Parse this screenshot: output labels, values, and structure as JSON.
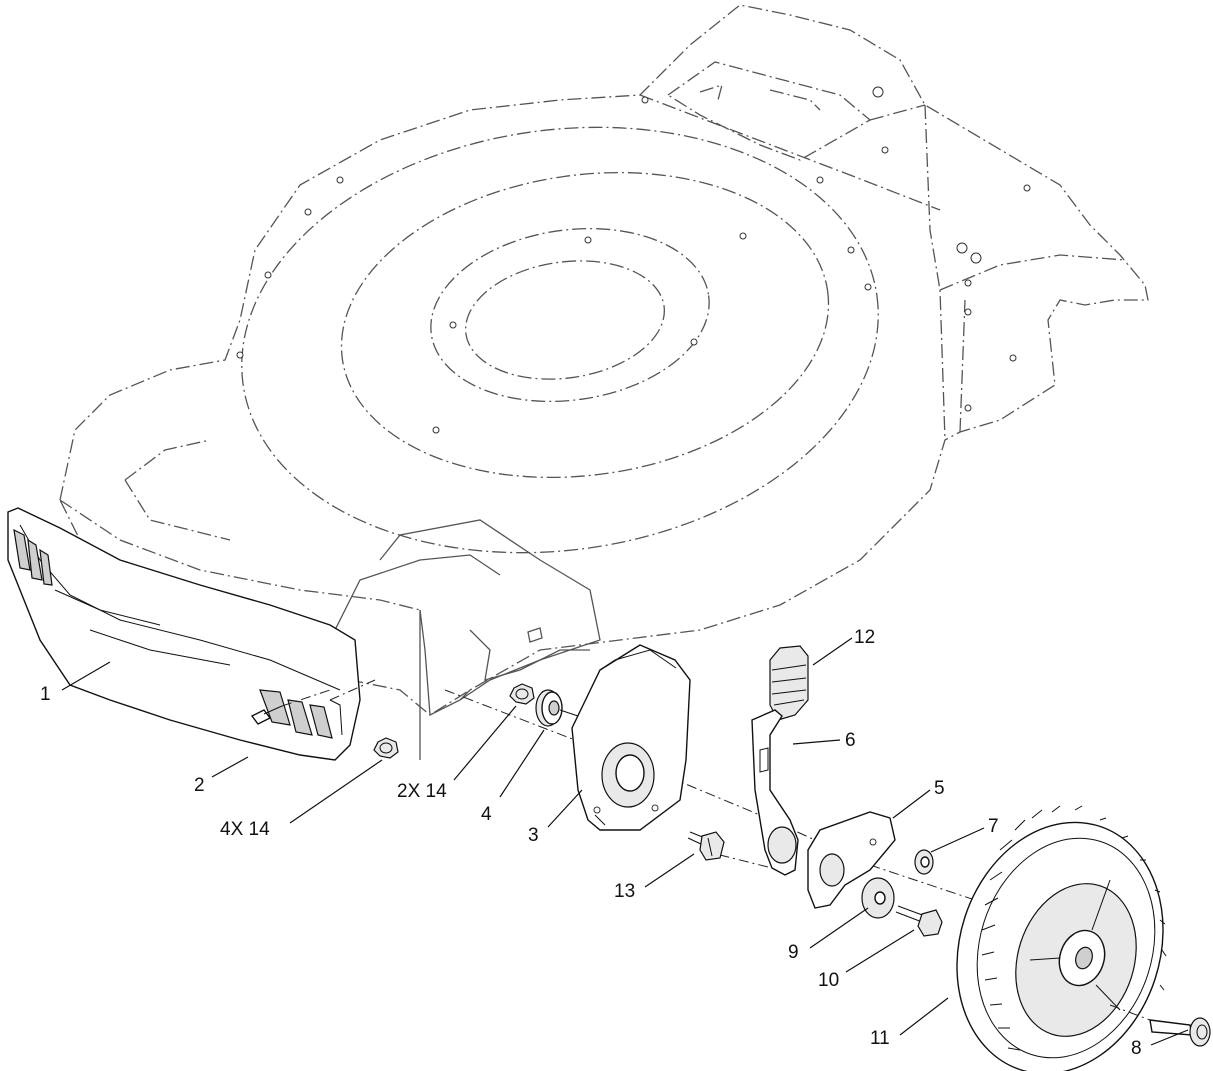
{
  "callouts": [
    {
      "id": "c1",
      "label": "1"
    },
    {
      "id": "c2",
      "label": "2"
    },
    {
      "id": "c3",
      "label": "3"
    },
    {
      "id": "c4",
      "label": "4"
    },
    {
      "id": "c5",
      "label": "5"
    },
    {
      "id": "c6",
      "label": "6"
    },
    {
      "id": "c7",
      "label": "7"
    },
    {
      "id": "c8",
      "label": "8"
    },
    {
      "id": "c9",
      "label": "9"
    },
    {
      "id": "c10",
      "label": "10"
    },
    {
      "id": "c11",
      "label": "11"
    },
    {
      "id": "c12",
      "label": "12"
    },
    {
      "id": "c13",
      "label": "13"
    },
    {
      "id": "c14a",
      "label": "2X 14"
    },
    {
      "id": "c14b",
      "label": "4X 14"
    }
  ]
}
